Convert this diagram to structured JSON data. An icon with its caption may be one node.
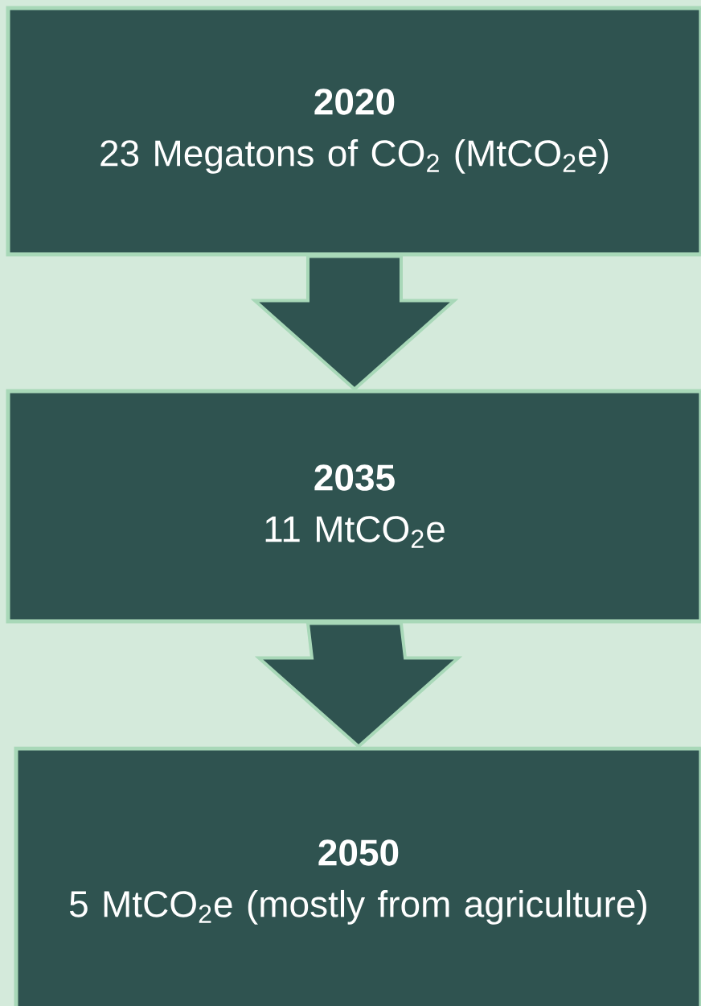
{
  "diagram": {
    "nodes": [
      {
        "text": [
          "2020",
          "23 Megatons of CO$_{2}$ (MtCO$_{2}$e)"
        ]
      },
      {
        "text": [
          "2035",
          "11 MtCO$_{2}$e"
        ]
      },
      {
        "text": [
          "2050",
          "5 MtCO$_{2}$e (mostly from agriculture)"
        ]
      }
    ],
    "edges": [
      {
        "from": 0,
        "to": 1,
        "arrow": "to"
      },
      {
        "from": 1,
        "to": 2,
        "arrow": "to"
      }
    ]
  }
}
